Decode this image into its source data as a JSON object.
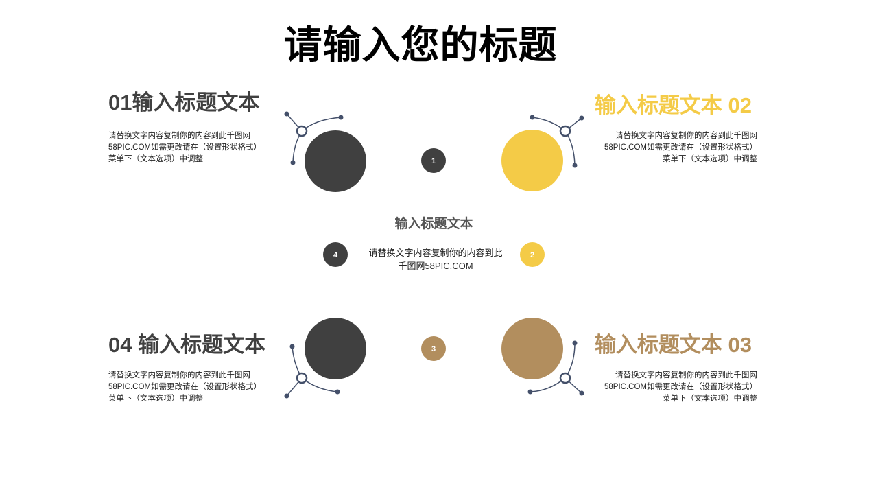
{
  "slide": {
    "title": "请输入您的标题",
    "colors": {
      "dark": "#404040",
      "yellow": "#F4CB47",
      "tan": "#B28E5E",
      "connector": "#44506A",
      "center_title": "#555555"
    },
    "sections": [
      {
        "id": "01",
        "title": "01输入标题文本",
        "body": [
          "请替换文字内容复制你的内容到此千图网",
          "58PIC.COM如需更改请在（设置形状格式）",
          "菜单下（文本选项）中调整"
        ],
        "color": "#404040"
      },
      {
        "id": "02",
        "title": "输入标题文本 02",
        "body": [
          "请替换文字内容复制你的内容到此千图网",
          "58PIC.COM如需更改请在（设置形状格式）",
          "菜单下（文本选项）中调整"
        ],
        "color": "#F4CB47"
      },
      {
        "id": "03",
        "title": "输入标题文本 03",
        "body": [
          "请替换文字内容复制你的内容到此千图网",
          "58PIC.COM如需更改请在（设置形状格式）",
          "菜单下（文本选项）中调整"
        ],
        "color": "#B28E5E"
      },
      {
        "id": "04",
        "title": "04 输入标题文本",
        "body": [
          "请替换文字内容复制你的内容到此千图网",
          "58PIC.COM如需更改请在（设置形状格式）",
          "菜单下（文本选项）中调整"
        ],
        "color": "#404040"
      }
    ],
    "center": {
      "title": "输入标题文本",
      "body": [
        "请替换文字内容复制你的内容到此",
        "千图网58PIC.COM"
      ]
    },
    "badges": [
      {
        "label": "1",
        "color": "#404040"
      },
      {
        "label": "2",
        "color": "#F4CB47"
      },
      {
        "label": "3",
        "color": "#B28E5E"
      },
      {
        "label": "4",
        "color": "#404040"
      }
    ]
  }
}
